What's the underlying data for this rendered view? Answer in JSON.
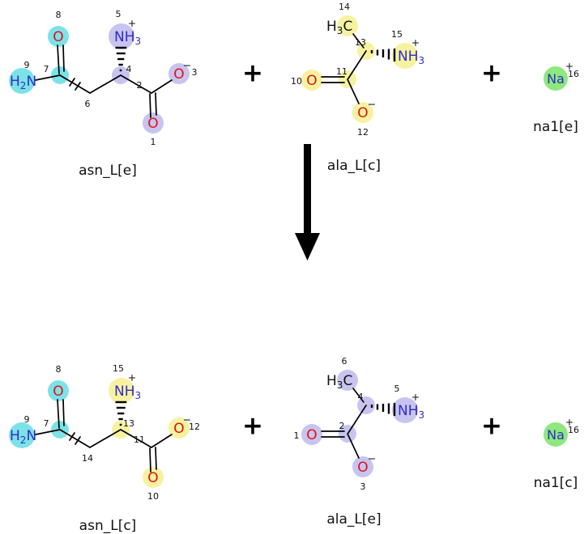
{
  "colors": {
    "cyan": "#7de2e8",
    "purple": "#c8c4ef",
    "yellow": "#f7f2a0",
    "green": "#8ee87e",
    "oxygen": "#dd1111",
    "nitrogen": "#2d2dc9",
    "sodium": "#2d2dc9",
    "carbon": "#111111"
  },
  "operators": {
    "plus": "+"
  },
  "reactants": {
    "asn": {
      "label": "asn_L[e]",
      "amide_o": {
        "num": "8",
        "symbol": "O"
      },
      "amide_n": {
        "num": "9",
        "pre": "H",
        "sub": "2",
        "post": "N"
      },
      "amide_c_num": "7",
      "ch2_num": "6",
      "alpha_c_num": "4",
      "amine_n": {
        "num": "5",
        "pre": "NH",
        "sub": "3",
        "charge": "+"
      },
      "carboxyl_c_num": "2",
      "o_minus": {
        "num": "3",
        "symbol": "O",
        "charge": "−"
      },
      "o_dbl": {
        "num": "1",
        "symbol": "O"
      }
    },
    "ala": {
      "label": "ala_L[c]",
      "methyl": {
        "num": "14",
        "pre": "H",
        "sub": "3",
        "post": "C"
      },
      "alpha_c_num": "13",
      "amine_n": {
        "num": "15",
        "pre": "NH",
        "sub": "3",
        "charge": "+"
      },
      "carboxyl_c_num": "11",
      "o_dbl": {
        "num": "10",
        "symbol": "O"
      },
      "o_minus": {
        "num": "12",
        "symbol": "O",
        "charge": "−"
      }
    },
    "na": {
      "label": "na1[e]",
      "symbol": "Na",
      "charge": "+",
      "num": "16"
    }
  },
  "products": {
    "asn": {
      "label": "asn_L[c]",
      "amide_o": {
        "num": "8",
        "symbol": "O"
      },
      "amide_n": {
        "num": "9",
        "pre": "H",
        "sub": "2",
        "post": "N"
      },
      "amide_c_num": "7",
      "ch2_num": "14",
      "alpha_c_num": "13",
      "amine_n": {
        "num": "15",
        "pre": "NH",
        "sub": "3",
        "charge": "+"
      },
      "carboxyl_c_num": "11",
      "o_minus": {
        "num": "12",
        "symbol": "O",
        "charge": "−"
      },
      "o_dbl": {
        "num": "10",
        "symbol": "O"
      }
    },
    "ala": {
      "label": "ala_L[e]",
      "methyl": {
        "num": "6",
        "pre": "H",
        "sub": "3",
        "post": "C"
      },
      "alpha_c_num": "4",
      "amine_n": {
        "num": "5",
        "pre": "NH",
        "sub": "3",
        "charge": "+"
      },
      "carboxyl_c_num": "2",
      "o_dbl": {
        "num": "1",
        "symbol": "O"
      },
      "o_minus": {
        "num": "3",
        "symbol": "O",
        "charge": "−"
      }
    },
    "na": {
      "label": "na1[c]",
      "symbol": "Na",
      "charge": "+",
      "num": "16"
    }
  }
}
